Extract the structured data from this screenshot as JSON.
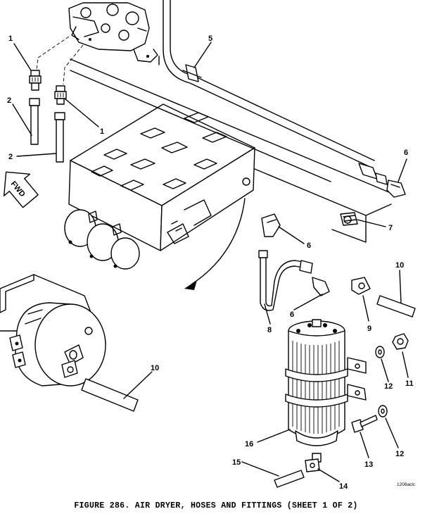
{
  "figure": {
    "caption": "FIGURE 286.  AIR DRYER, HOSES AND FITTINGS (SHEET 1 OF 2)",
    "drawing_id": "1208aclc",
    "fwd_label": "FWD"
  },
  "callouts": [
    {
      "id": "c1a",
      "text": "1"
    },
    {
      "id": "c2a",
      "text": "2"
    },
    {
      "id": "c2b",
      "text": "2"
    },
    {
      "id": "c1b",
      "text": "1"
    },
    {
      "id": "c5",
      "text": "5"
    },
    {
      "id": "c6a",
      "text": "6"
    },
    {
      "id": "c7",
      "text": "7"
    },
    {
      "id": "c6b",
      "text": "6"
    },
    {
      "id": "c6c",
      "text": "6"
    },
    {
      "id": "c8",
      "text": "8"
    },
    {
      "id": "c9",
      "text": "9"
    },
    {
      "id": "c10a",
      "text": "10"
    },
    {
      "id": "c10b",
      "text": "10"
    },
    {
      "id": "c11",
      "text": "11"
    },
    {
      "id": "c12a",
      "text": "12"
    },
    {
      "id": "c12b",
      "text": "12"
    },
    {
      "id": "c13",
      "text": "13"
    },
    {
      "id": "c14",
      "text": "14"
    },
    {
      "id": "c15",
      "text": "15"
    },
    {
      "id": "c16",
      "text": "16"
    }
  ]
}
